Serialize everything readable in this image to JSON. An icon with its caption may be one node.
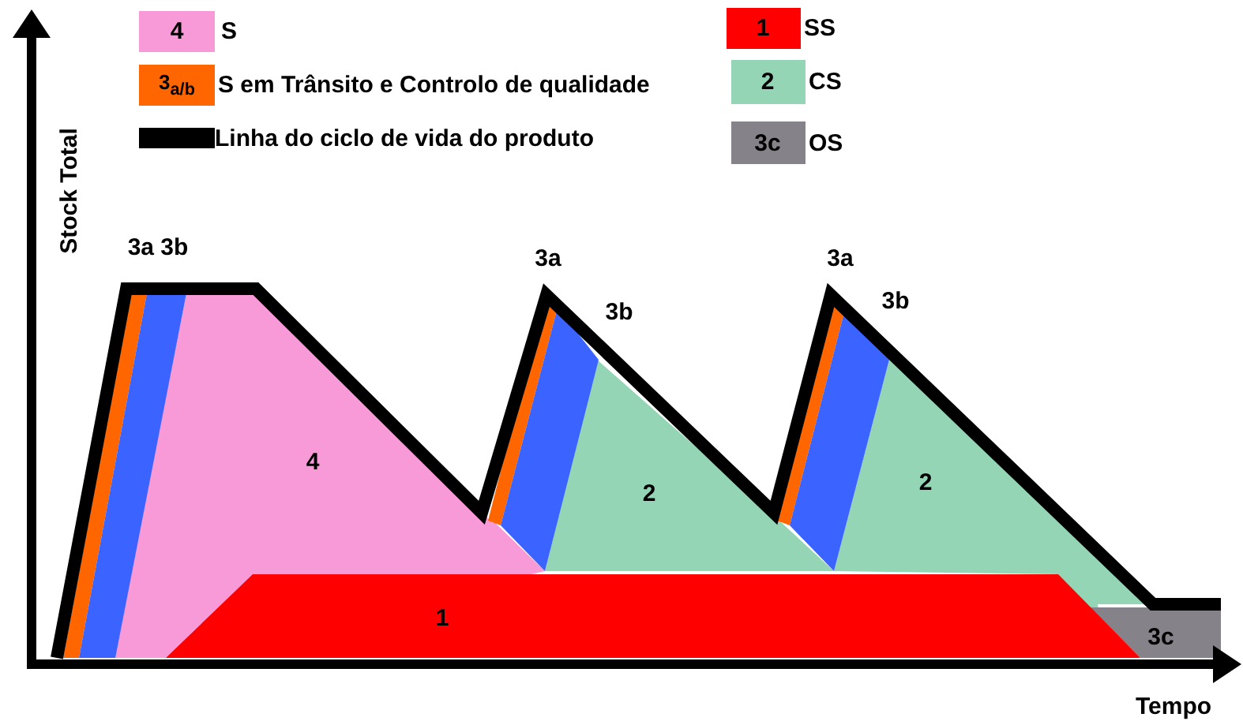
{
  "diagram": {
    "labels": [
      "Stock Total",
      "4",
      "3$_{a/b}$",
      "1",
      "2",
      "3c",
      "3a 3b",
      "3a",
      "3b",
      "3a",
      "3b",
      "4",
      "2",
      "2",
      "1",
      "3c",
      "Tempo"
    ],
    "legend": [
      {
        "text": "S",
        "color": "#f99ad8"
      },
      {
        "text": "S em Trânsito e Controlo de qualidade",
        "color": "#ff6600"
      },
      {
        "text": "Linha do ciclo de vida do produto"
      },
      {
        "text": "SS",
        "color": "#ff0000"
      },
      {
        "text": "CS",
        "color": "#93d5b4"
      },
      {
        "text": "OS",
        "color": "#86828a"
      }
    ]
  }
}
